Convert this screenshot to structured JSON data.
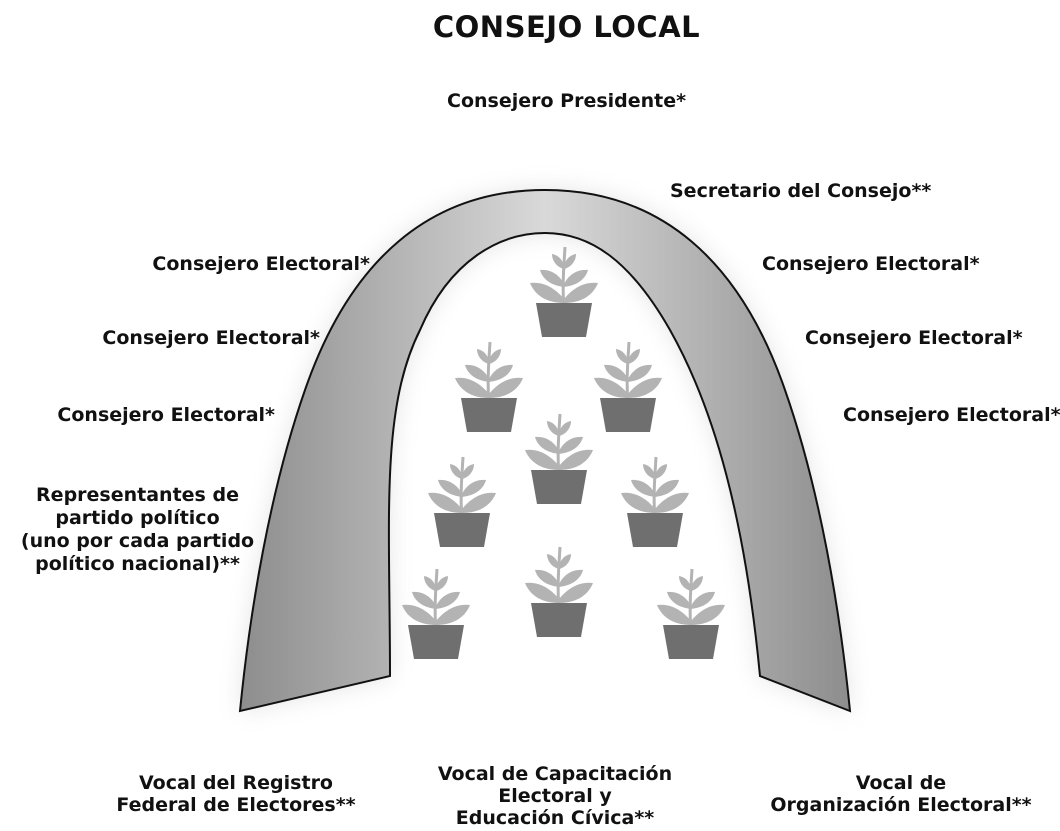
{
  "title": "CONSEJO LOCAL",
  "president": "Consejero Presidente*",
  "secretary": "Secretario del Consejo**",
  "left_councillors": [
    "Consejero Electoral*",
    "Consejero Electoral*",
    "Consejero Electoral*"
  ],
  "right_councillors": [
    "Consejero Electoral*",
    "Consejero Electoral*",
    "Consejero Electoral*"
  ],
  "representatives": {
    "line1": "Representantes de",
    "line2": "partido político",
    "line3": "(uno por cada partido",
    "line4": "político nacional)**"
  },
  "vocals": {
    "registro": {
      "line1": "Vocal del Registro",
      "line2": "Federal de Electores**"
    },
    "capacitacion": {
      "line1": "Vocal de Capacitación",
      "line2": "Electoral y",
      "line3": "Educación Cívica**"
    },
    "organizacion": {
      "line1": "Vocal de",
      "line2": "Organización Electoral**"
    }
  },
  "colors": {
    "arch_fill": "#bdbdbd",
    "pot": "#6f6f6f",
    "leaf": "#b3b3b3"
  }
}
